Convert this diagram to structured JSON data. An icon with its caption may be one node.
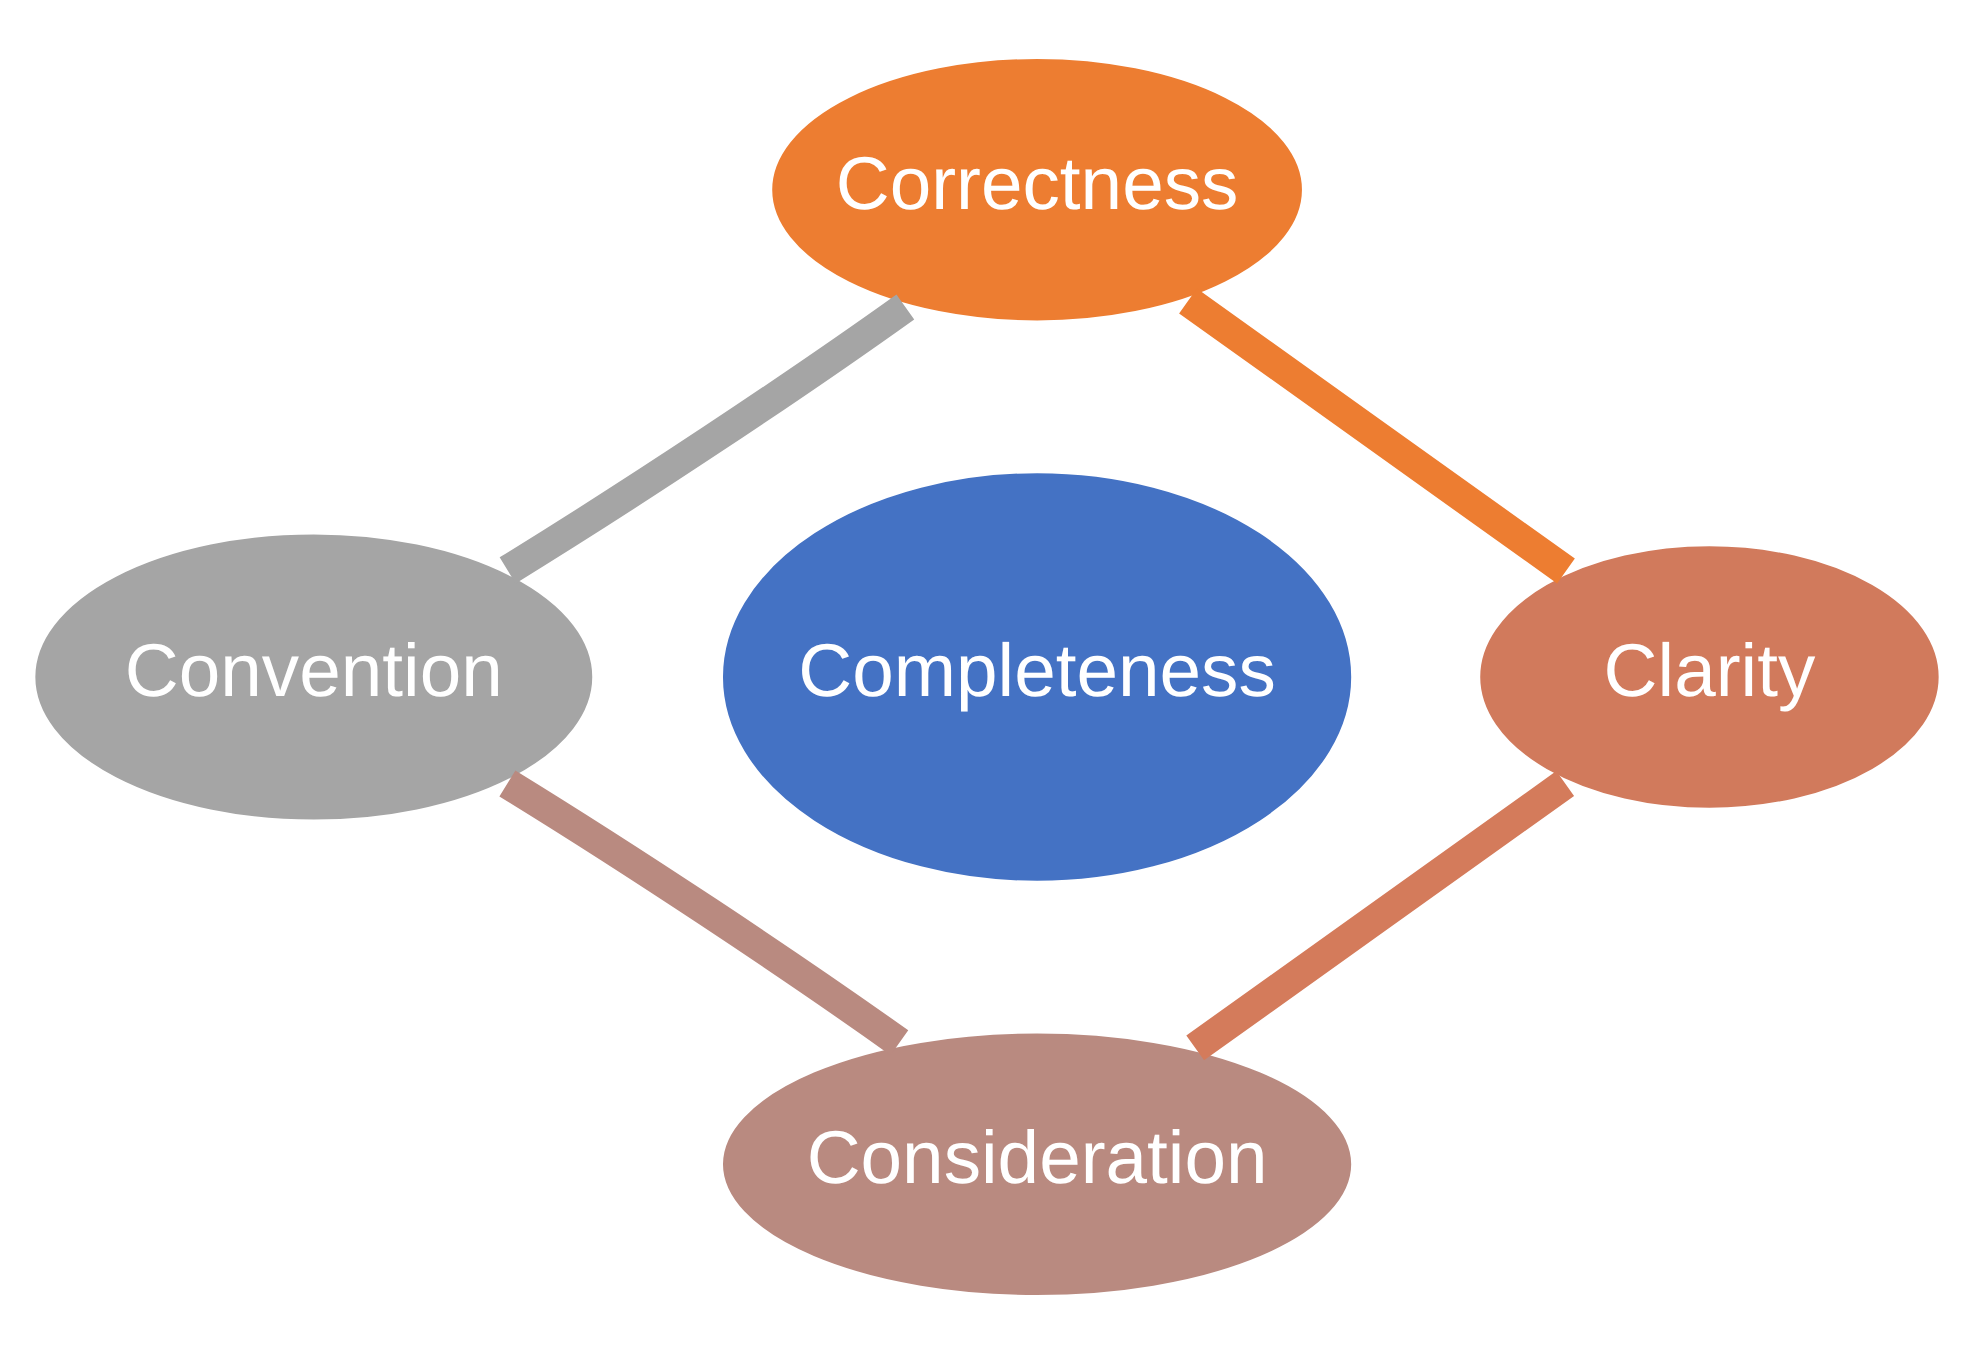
{
  "diagram": {
    "nodes": [
      {
        "text": [
          "Correctness"
        ]
      },
      {
        "text": [
          "Clarity"
        ]
      },
      {
        "text": [
          "Consideration"
        ]
      },
      {
        "text": [
          "Convention"
        ]
      },
      {
        "text": [
          "Completeness"
        ]
      }
    ],
    "edges": [
      {
        "from": 0,
        "to": 1,
        "arrow": "none",
        "color": "#ed7d31"
      },
      {
        "from": 1,
        "to": 2,
        "arrow": "none",
        "color": "#d47b5b"
      },
      {
        "from": 2,
        "to": 3,
        "arrow": "none",
        "color": "#b98a80"
      },
      {
        "from": 3,
        "to": 0,
        "arrow": "none",
        "color": "#a5a5a5"
      }
    ]
  }
}
